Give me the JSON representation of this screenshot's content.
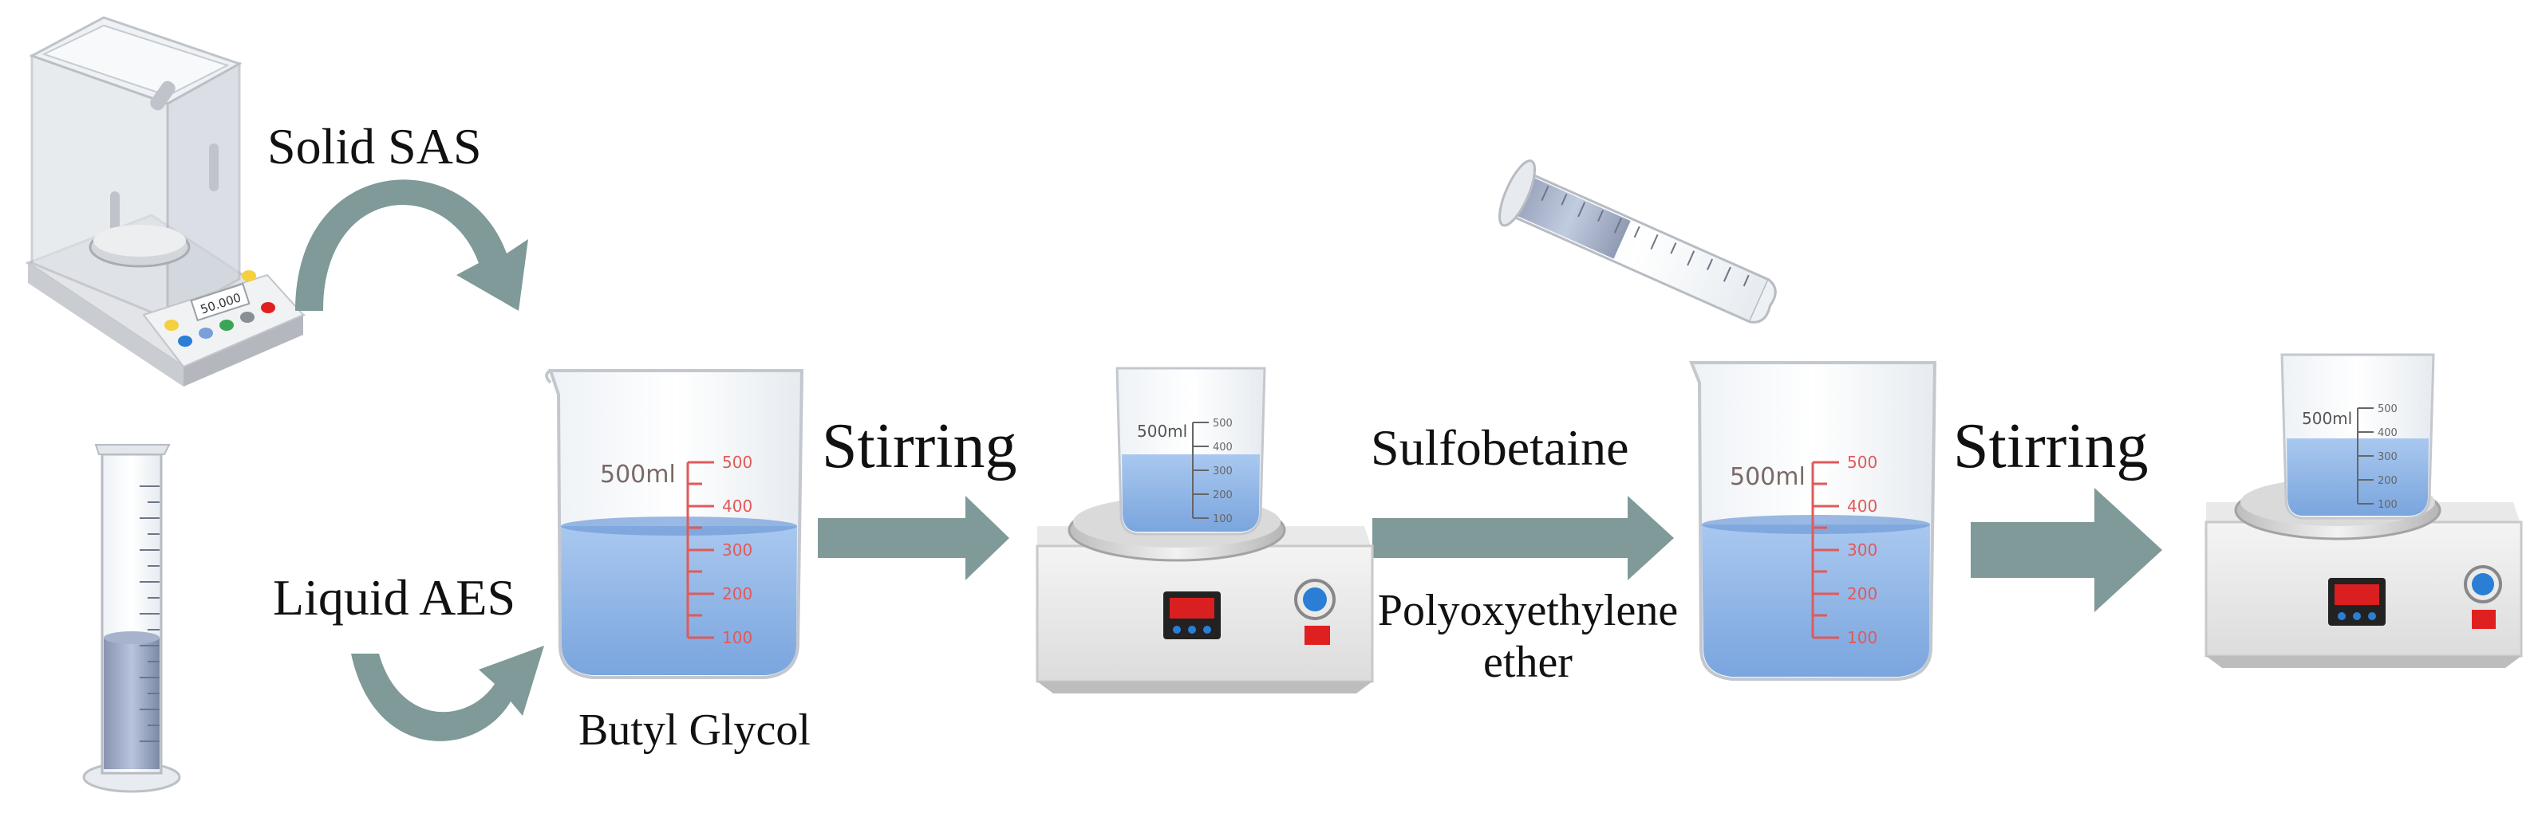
{
  "labels": {
    "solid_sas": "Solid SAS",
    "liquid_aes": "Liquid AES",
    "butyl_glycol": "Butyl Glycol",
    "stirring_1": "Stirring",
    "sulfobetaine": "Sulfobetaine",
    "polyoxyethylene_line1": "Polyoxyethylene",
    "polyoxyethylene_line2": "ether",
    "stirring_2": "Stirring"
  },
  "balance_display": "50.000",
  "beaker_volume_label": "500ml",
  "beaker_ticks": [
    "500",
    "400",
    "300",
    "200",
    "100"
  ],
  "colors": {
    "arrow": "#7f9a98",
    "liquid": "#8eb6e8",
    "liquid_dark": "#6f9bd8",
    "tick": "#e05a5a",
    "display": "#d91f1f",
    "button_blue": "#2a7fd4",
    "switch_red": "#e02020"
  },
  "icons": [
    "analytical-balance-icon",
    "graduated-cylinder-icon",
    "beaker-icon",
    "magnetic-stirrer-icon",
    "curved-arrow-icon",
    "right-arrow-icon"
  ]
}
